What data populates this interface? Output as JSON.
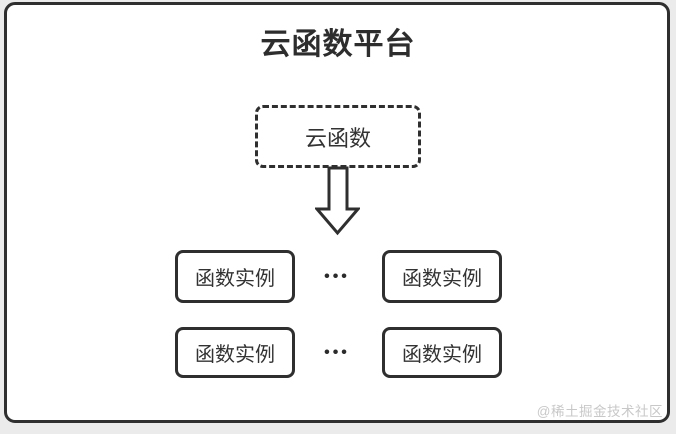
{
  "diagram": {
    "title": "云函数平台",
    "cloud_function_label": "云函数",
    "rows": [
      {
        "left_label": "函数实例",
        "ellipsis": "•••",
        "right_label": "函数实例"
      },
      {
        "left_label": "函数实例",
        "ellipsis": "•••",
        "right_label": "函数实例"
      }
    ],
    "watermark": "@稀土掘金技术社区",
    "icons": {
      "arrow": "down-block-arrow-icon"
    },
    "colors": {
      "stroke": "#2f2f2f",
      "text": "#333333",
      "card_background": "#ffffff",
      "page_background": "#ebebeb",
      "watermark": "#c8c8c8"
    }
  }
}
